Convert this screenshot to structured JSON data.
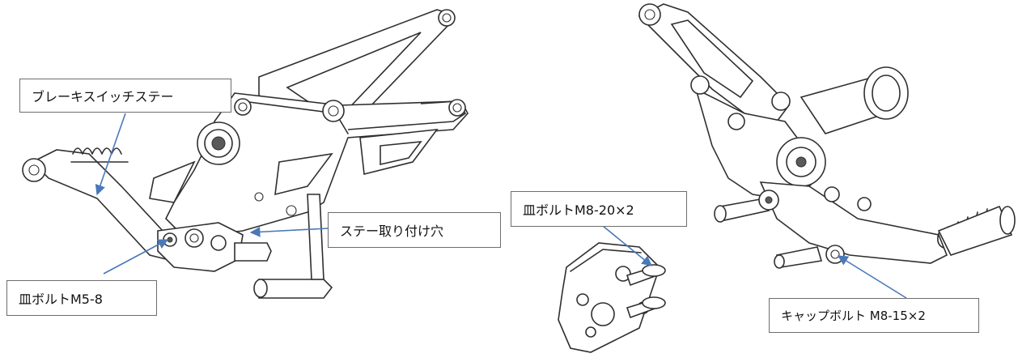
{
  "callouts": {
    "brake_switch_stay": "ブレーキスイッチステー",
    "stay_mount_hole": "ステー取り付け穴",
    "flat_bolt_m5": "皿ボルトM5-8",
    "flat_bolt_m8": "皿ボルトM8-20×2",
    "cap_bolt_m8": "キャップボルト M8-15×2"
  },
  "colors": {
    "arrow": "#4a78b8",
    "linework": "#2f2f2f",
    "label_border": "#6d6d6d"
  }
}
